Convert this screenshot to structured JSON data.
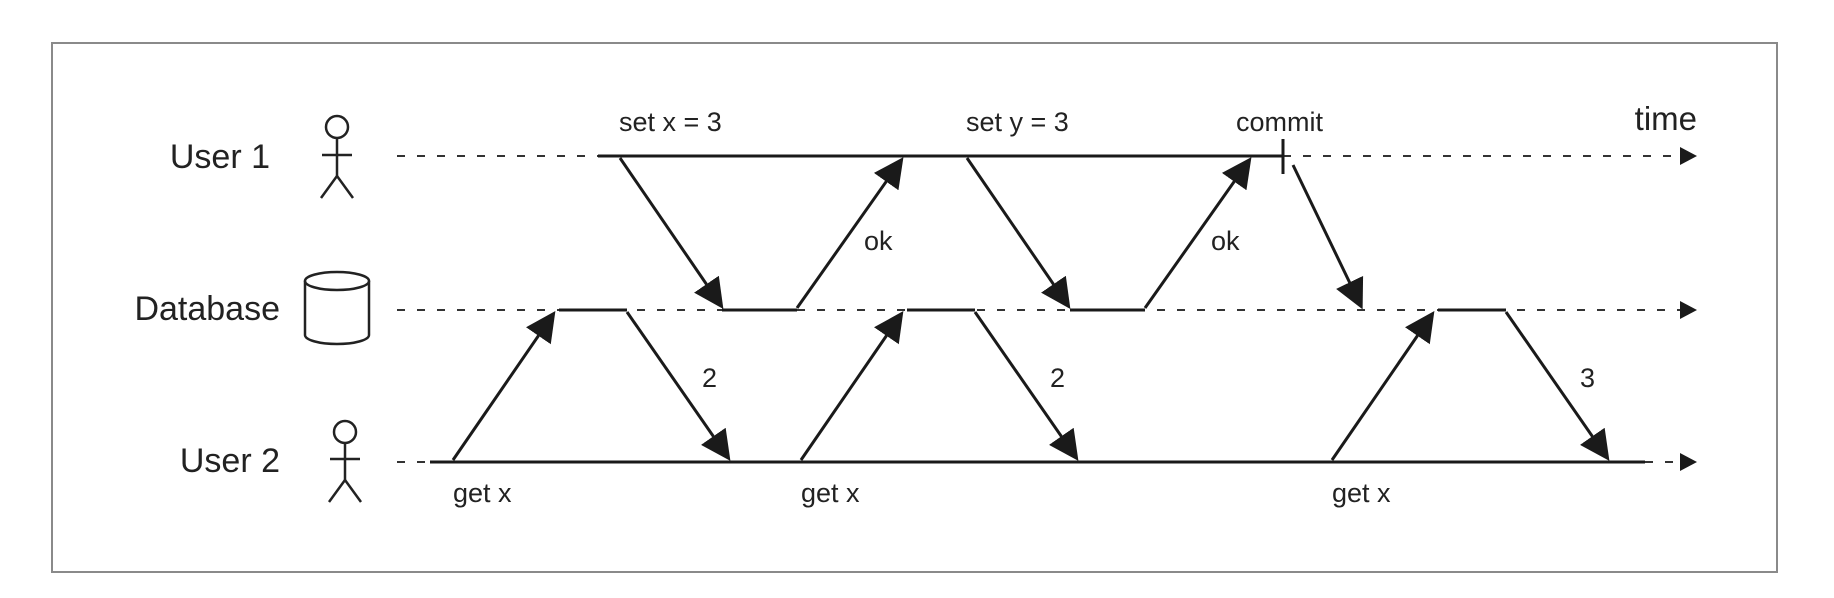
{
  "lanes": {
    "user1": "User 1",
    "database": "Database",
    "user2": "User 2"
  },
  "time_label": "time",
  "user1_ops": {
    "set_x": "set x = 3",
    "set_y": "set y = 3",
    "commit": "commit",
    "ok_1": "ok",
    "ok_2": "ok"
  },
  "user2_ops": {
    "get_x_1": "get x",
    "get_x_2": "get x",
    "get_x_3": "get x",
    "result_1": "2",
    "result_2": "2",
    "result_3": "3"
  },
  "icons": {
    "user1": "person-icon",
    "database": "database-cylinder-icon",
    "user2": "person-icon"
  }
}
